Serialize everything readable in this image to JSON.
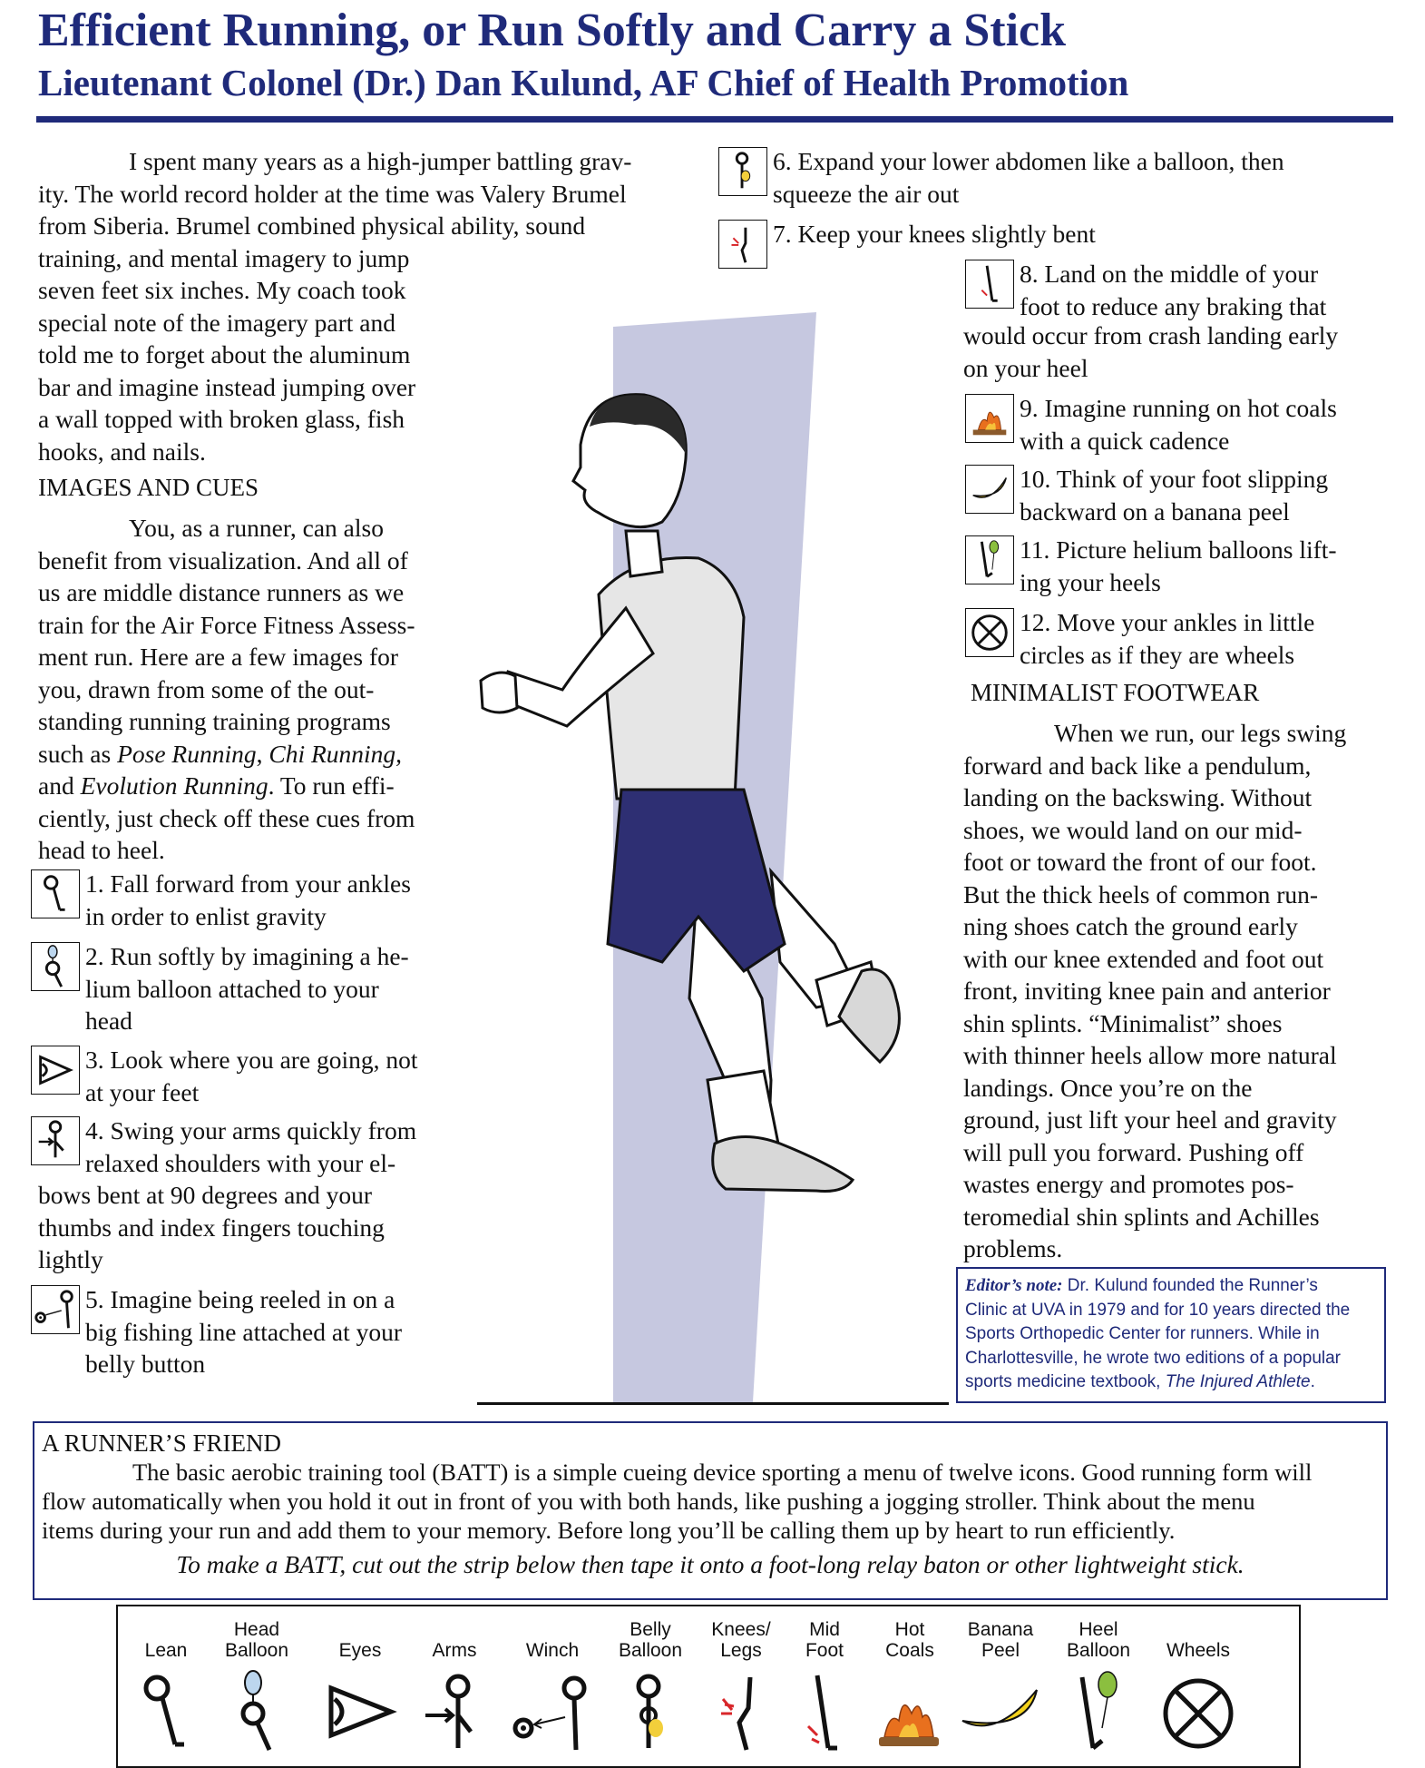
{
  "header": {
    "title": "Efficient Running, or Run Softly and Carry a Stick",
    "subtitle": "Lieutenant Colonel (Dr.) Dan Kulund, AF Chief of Health Promotion"
  },
  "intro": {
    "lines_wide": [
      "I spent many years as a high-jumper battling grav-",
      "ity. The world record holder at the time was Valery Brumel",
      "from Siberia.  Brumel combined physical ability, sound"
    ],
    "lines_narrow": [
      "training, and mental imagery to jump",
      "seven feet six inches.  My coach took",
      "special note of the imagery part and",
      "told me to forget about the aluminum",
      "bar and imagine instead jumping over",
      "a wall topped with broken glass, fish",
      "hooks, and nails."
    ]
  },
  "images_heading": "IMAGES AND CUES",
  "images_para": {
    "lines": [
      "You, as a runner, can also",
      "benefit from visualization.  And all of",
      "us are middle distance runners as we",
      "train for the Air Force Fitness Assess-",
      "ment run.  Here are a few images for",
      "you, drawn from some of the out-",
      "standing running training programs"
    ],
    "line8_pre": "such as ",
    "pose": "Pose Running",
    "comma": ", ",
    "chi": "Chi Running,",
    "line9_pre": "and ",
    "evolution": "Evolution Running",
    "line9_post": ".  To run effi-",
    "line10": "ciently, just check off these cues from",
    "line11": "head to heel."
  },
  "cues_left": [
    {
      "text": "1. Fall forward from your ankles in order to enlist gravity",
      "icon": "lean-icon"
    },
    {
      "text": "2. Run softly by imagining a he-lium balloon attached to your head",
      "icon": "head-balloon-icon"
    },
    {
      "text": "3. Look where you are going, not at your feet",
      "icon": "eyes-icon"
    },
    {
      "text": "4. Swing your arms quickly from relaxed shoulders with your el-bows bent at 90 degrees and your thumbs and index fingers touching lightly",
      "icon": "arms-icon"
    },
    {
      "text": "5. Imagine being reeled in on a big fishing line attached at your belly button",
      "icon": "winch-icon"
    }
  ],
  "cues_right": [
    {
      "text": "6. Expand your lower abdomen like a balloon, then squeeze the air out",
      "icon": "belly-balloon-icon"
    },
    {
      "text": "7. Keep your knees slightly bent",
      "icon": "knees-legs-icon"
    },
    {
      "text": "8. Land on the middle of your foot to reduce any braking that would occur from crash landing early on your heel",
      "icon": "mid-foot-icon"
    },
    {
      "text": "9. Imagine running on hot coals with a quick cadence",
      "icon": "hot-coals-icon"
    },
    {
      "text": "10. Think of your foot slipping backward on a banana peel",
      "icon": "banana-peel-icon"
    },
    {
      "text": "11. Picture helium balloons lift-ing your heels",
      "icon": "heel-balloon-icon"
    },
    {
      "text": "12. Move your ankles in little circles as if they are wheels",
      "icon": "wheels-icon"
    }
  ],
  "cue_lines": {
    "c1": [
      "1. Fall forward from your ankles",
      "in order to enlist gravity"
    ],
    "c2": [
      "2. Run softly by imagining a he-",
      "lium balloon attached to your",
      "head"
    ],
    "c3": [
      "3. Look where you are going, not",
      "at your feet"
    ],
    "c4a": [
      "4. Swing your arms quickly from",
      "relaxed shoulders with your el-"
    ],
    "c4b": [
      "bows bent at 90 degrees and your",
      "thumbs and index fingers touching",
      "lightly"
    ],
    "c5": [
      "5. Imagine being reeled in on a",
      "big fishing line attached at your",
      "belly button"
    ],
    "c6": [
      "6. Expand your lower abdomen like a balloon, then",
      "squeeze the air out"
    ],
    "c7": [
      "7. Keep your knees slightly bent"
    ],
    "c8a": [
      "8. Land on the middle of your",
      "foot to reduce any braking that"
    ],
    "c8b": [
      "would occur from crash landing early",
      "on your heel"
    ],
    "c9": [
      "9. Imagine running on hot coals",
      "with a quick cadence"
    ],
    "c10": [
      "10. Think of your foot slipping",
      "backward on a banana peel"
    ],
    "c11": [
      "11. Picture helium balloons lift-",
      "ing your heels"
    ],
    "c12": [
      "12. Move your ankles in little",
      "circles as if they are wheels"
    ]
  },
  "footwear_heading": "MINIMALIST FOOTWEAR",
  "footwear_lines": [
    "When we run, our legs swing",
    "forward and back like a pendulum,",
    "landing on the backswing.  Without",
    "shoes, we would land on our mid-",
    "foot or toward the front of our foot.",
    "But the thick heels of common run-",
    "ning shoes catch the ground early",
    "with our knee extended and foot out",
    "front, inviting knee pain and anterior",
    "shin splints.  “Minimalist” shoes",
    "with thinner heels allow more natural",
    "landings.  Once you’re on the",
    "ground, just lift your heel and gravity",
    "will pull you forward.  Pushing off",
    "wastes energy and promotes pos-",
    "teromedial shin splints and Achilles",
    "problems."
  ],
  "editor": {
    "label": "Editor’s note:",
    "l1": " Dr. Kulund founded the Runner’s",
    "l2": "Clinic at UVA in 1979 and for 10 years directed the",
    "l3": "Sports Orthopedic Center for runners.  While in",
    "l4": "Charlottesville, he wrote two editions of a popular",
    "l5_pre": "sports medicine textbook, ",
    "book": "The Injured Athlete",
    "l5_post": "."
  },
  "friend": {
    "heading": "A RUNNER’S FRIEND",
    "l1": "The basic aerobic training tool (BATT) is a simple cueing device sporting a menu of twelve icons.  Good running form will",
    "l2": "flow automatically when you hold it out in front of you with both hands, like pushing a jogging stroller.  Think about the menu",
    "l3": "items during your run and add them to your memory.  Before long you’ll be calling them up by heart to run efficiently.",
    "instruction": "To make a BATT, cut out the strip below then tape it onto a foot-long relay baton or other lightweight stick."
  },
  "strip": [
    {
      "l1": "",
      "l2": "Lean"
    },
    {
      "l1": "Head",
      "l2": "Balloon"
    },
    {
      "l1": "",
      "l2": "Eyes"
    },
    {
      "l1": "",
      "l2": "Arms"
    },
    {
      "l1": "",
      "l2": "Winch"
    },
    {
      "l1": "Belly",
      "l2": "Balloon"
    },
    {
      "l1": "Knees/",
      "l2": "Legs"
    },
    {
      "l1": "Mid",
      "l2": "Foot"
    },
    {
      "l1": "Hot",
      "l2": "Coals"
    },
    {
      "l1": "Banana",
      "l2": "Peel"
    },
    {
      "l1": "Heel",
      "l2": "Balloon"
    },
    {
      "l1": "",
      "l2": "Wheels"
    }
  ],
  "colors": {
    "title_blue": "#1f2a7a",
    "shorts_navy": "#2e2f73",
    "wall_lavender": "#c6c8e0",
    "balloon_blue": "#bcd6ee",
    "balloon_yellow": "#f2cf3b",
    "balloon_green": "#8bbf3f",
    "flame_orange": "#e8701e",
    "banana_yellow": "#f4d21c"
  }
}
